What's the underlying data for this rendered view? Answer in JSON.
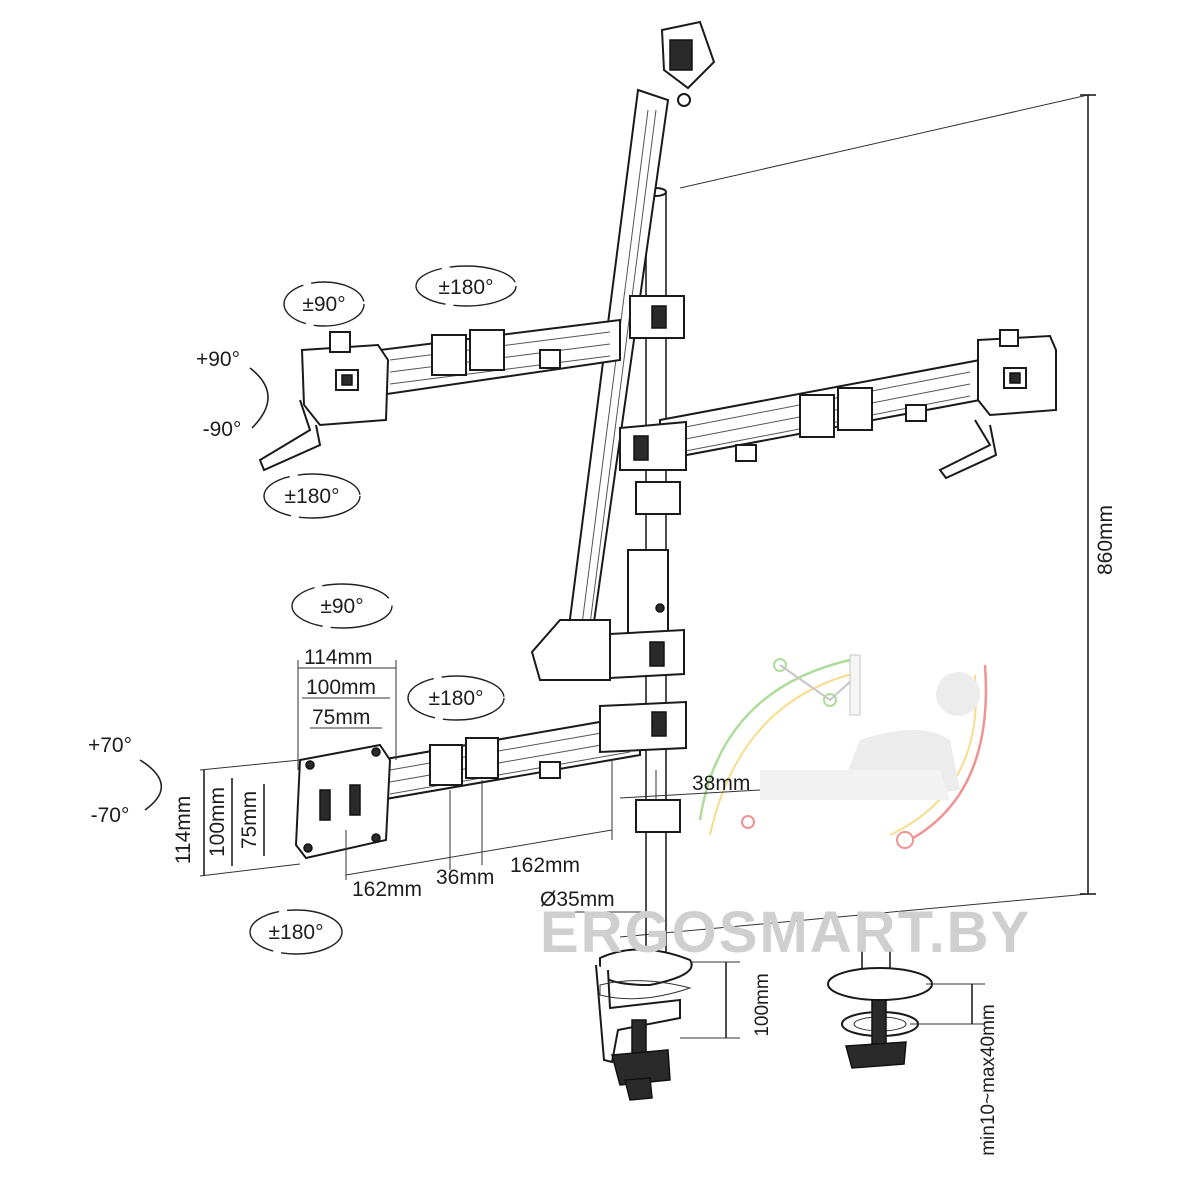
{
  "labels": {
    "rot_top_plate_pm90": "±90°",
    "rot_top_arm_pm180": "±180°",
    "tilt_top_plus": "+90°",
    "tilt_top_minus": "-90°",
    "rot_top_swivel_pm180": "±180°",
    "rot_bottom_plate_pm90": "±90°",
    "rot_bottom_arm_pm180": "±180°",
    "tilt_bottom_plus": "+70°",
    "tilt_bottom_minus": "-70°",
    "rot_bottom_swivel_pm180": "±180°"
  },
  "dimensions": {
    "vesa_w_114": "114mm",
    "vesa_w_100": "100mm",
    "vesa_w_75": "75mm",
    "vesa_h_114": "114mm",
    "vesa_h_100": "100mm",
    "vesa_h_75": "75mm",
    "arm_162_a": "162mm",
    "arm_36": "36mm",
    "arm_162_b": "162mm",
    "offset_38": "38mm",
    "pole_diameter": "Ø35mm",
    "pole_height": "860mm",
    "clamp_100": "100mm",
    "desk_thickness": "min10~max40mm"
  },
  "watermark": "ERGOSMART.BY",
  "colors": {
    "line": "#1a1a1a",
    "watermark_gray": "#cfcfcf",
    "logo_red": "#e23b3b",
    "logo_yellow": "#f2c12e",
    "logo_green": "#6cc04a"
  }
}
